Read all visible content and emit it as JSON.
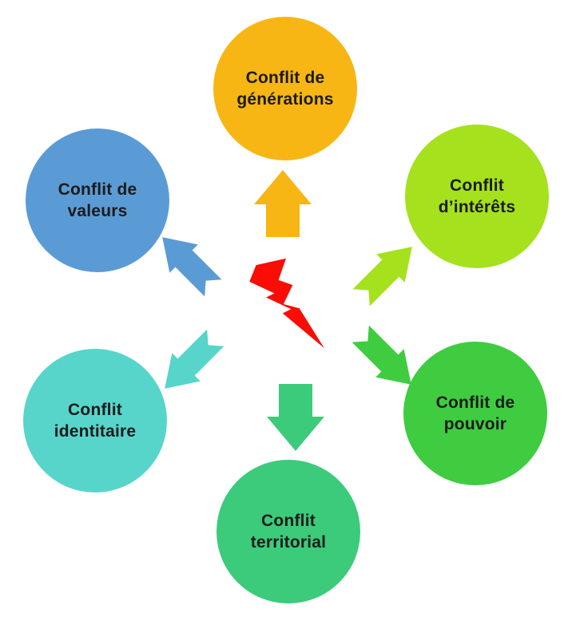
{
  "diagram": {
    "background": "#ffffff",
    "text_color": "#1b1b1b",
    "center_icon": {
      "name": "lightning-bolt",
      "color": "#F90D05"
    },
    "nodes": [
      {
        "id": "generations",
        "label": "Conflit de générations",
        "lines": [
          "Conflit de",
          "générations"
        ],
        "color": "#F7B614",
        "position": "top"
      },
      {
        "id": "interets",
        "label": "Conflit d’intérêts",
        "lines": [
          "Conflit",
          "d’intérêts"
        ],
        "color": "#A5E11C",
        "position": "top-right"
      },
      {
        "id": "pouvoir",
        "label": "Conflit de pouvoir",
        "lines": [
          "Conflit de",
          "pouvoir"
        ],
        "color": "#3FCC40",
        "position": "bottom-right"
      },
      {
        "id": "territorial",
        "label": "Conflit territorial",
        "lines": [
          "Conflit",
          "territorial"
        ],
        "color": "#3BCB7B",
        "position": "bottom"
      },
      {
        "id": "identitaire",
        "label": "Conflit identitaire",
        "lines": [
          "Conflit",
          "identitaire"
        ],
        "color": "#57D5CA",
        "position": "bottom-left"
      },
      {
        "id": "valeurs",
        "label": "Conflit de valeurs",
        "lines": [
          "Conflit de",
          "valeurs"
        ],
        "color": "#5B9BD5",
        "position": "top-left"
      }
    ],
    "arrows": [
      {
        "direction": "up",
        "target": "generations",
        "color": "#F7B614"
      },
      {
        "direction": "up-right",
        "target": "interets",
        "color": "#A5E11C"
      },
      {
        "direction": "down-right",
        "target": "pouvoir",
        "color": "#3FCC40"
      },
      {
        "direction": "down",
        "target": "territorial",
        "color": "#3BCB7B"
      },
      {
        "direction": "down-left",
        "target": "identitaire",
        "color": "#57D5CA"
      },
      {
        "direction": "up-left",
        "target": "valeurs",
        "color": "#5B9BD5"
      }
    ]
  }
}
